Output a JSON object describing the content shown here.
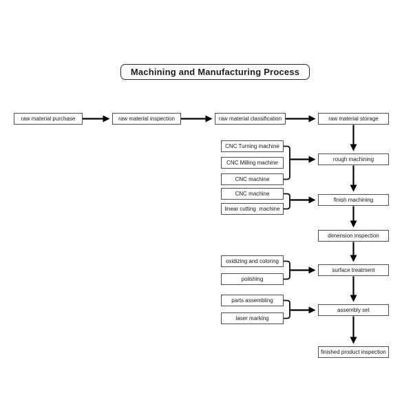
{
  "title": "Machining and Manufacturing Process",
  "colors": {
    "background": "#ffffff",
    "box_border": "#4d4d4d",
    "title_border": "#2b2b2b",
    "text": "#161616",
    "arrow": "#000000"
  },
  "nodes": {
    "purchase": {
      "label": "raw material purchase"
    },
    "inspection": {
      "label": "raw material inspection"
    },
    "classification": {
      "label": "raw material classification"
    },
    "storage": {
      "label": "raw material storage"
    },
    "rough": {
      "label": "rough machining"
    },
    "finish": {
      "label": "finish machining"
    },
    "dimension": {
      "label": "dimension inspection"
    },
    "surface": {
      "label": "surface treatment"
    },
    "assembly": {
      "label": "assembly set"
    },
    "finished": {
      "label": "finished product inspection"
    },
    "cnc_turning": {
      "label": "CNC Turning machine"
    },
    "cnc_milling": {
      "label": "CNC Milling machine"
    },
    "cnc_machine_1": {
      "label": "CNC machine"
    },
    "cnc_machine_2": {
      "label": "CNC machine"
    },
    "linear_cutting": {
      "label": "linear cutting  machine"
    },
    "oxidizing": {
      "label": "oxidizing and coloring"
    },
    "polishing": {
      "label": "polishing"
    },
    "parts_assembling": {
      "label": "parts assembling"
    },
    "laser_marking": {
      "label": "laser marking"
    }
  },
  "edges": [
    {
      "from": "raw material purchase",
      "to": "raw material inspection"
    },
    {
      "from": "raw material inspection",
      "to": "raw material classification"
    },
    {
      "from": "raw material classification",
      "to": "raw material storage"
    },
    {
      "from": "raw material storage",
      "to": "rough machining"
    },
    {
      "from": "rough machining",
      "to": "finish machining"
    },
    {
      "from": "finish machining",
      "to": "dimension inspection"
    },
    {
      "from": "dimension inspection",
      "to": "surface treatment"
    },
    {
      "from": "surface treatment",
      "to": "assembly set"
    },
    {
      "from": "assembly set",
      "to": "finished product inspection"
    },
    {
      "from": "CNC Turning machine / CNC Milling machine / CNC machine",
      "to": "rough machining"
    },
    {
      "from": "CNC machine / linear cutting  machine",
      "to": "finish machining"
    },
    {
      "from": "oxidizing and coloring / polishing",
      "to": "surface treatment"
    },
    {
      "from": "parts assembling / laser marking",
      "to": "assembly set"
    }
  ]
}
